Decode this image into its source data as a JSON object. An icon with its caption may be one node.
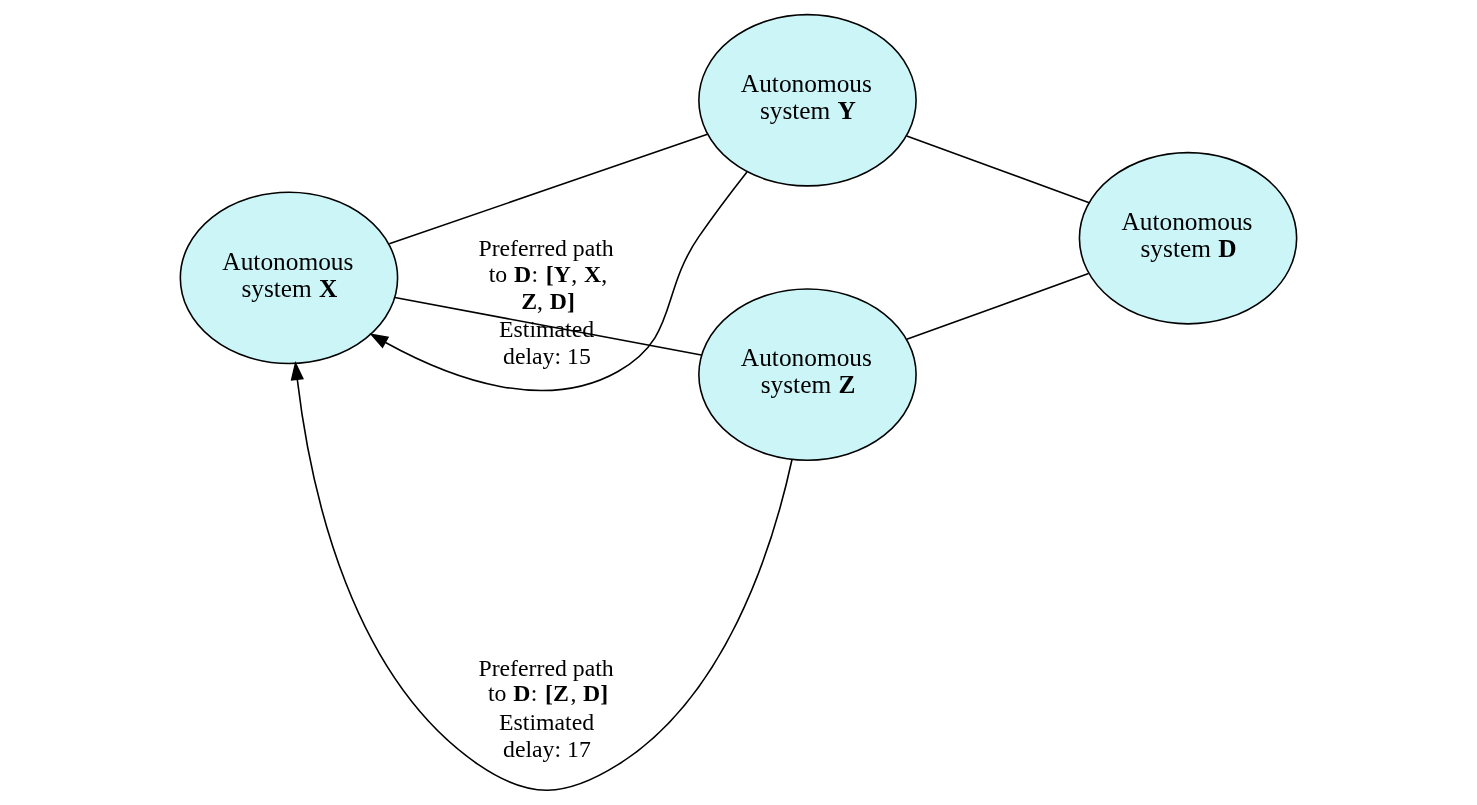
{
  "diagram": {
    "nodes": [
      {
        "text": [
          "Autonomous system **X**"
        ]
      },
      {
        "text": [
          "Autonomous system **Y**"
        ]
      },
      {
        "text": [
          "Autonomous system **Z**"
        ]
      },
      {
        "text": [
          "Autonomous system **D**"
        ]
      }
    ],
    "edges": [
      {
        "from": 0,
        "to": 1,
        "arrow": "none"
      },
      {
        "from": 1,
        "to": 3,
        "arrow": "none"
      },
      {
        "from": 0,
        "to": 2,
        "arrow": "none"
      },
      {
        "from": 2,
        "to": 3,
        "arrow": "none"
      },
      {
        "from": 1,
        "to": 0,
        "arrow": "to",
        "label": "Preferred path to **D**: **[Y**, **X**, **Z**, **D]** Estimated delay: 15"
      },
      {
        "from": 2,
        "to": 0,
        "arrow": "to",
        "label": "Preferred path to **D**: **[Z**, **D]** Estimated delay: 17"
      }
    ]
  }
}
